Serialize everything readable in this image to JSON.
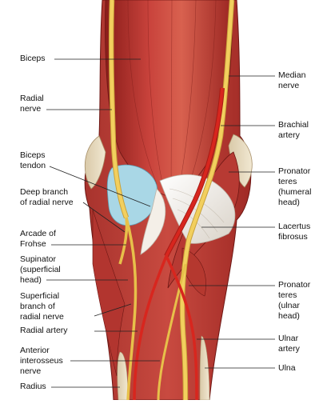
{
  "colors": {
    "muscle_dark": "#8f1f1c",
    "muscle": "#c23a35",
    "muscle_light": "#e07a6a",
    "nerve": "#f2cf5e",
    "nerve_edge": "#c9a23a",
    "artery": "#d8261e",
    "tendon": "#f3ede6",
    "bursa": "#a9d7e6",
    "leader": "#222222"
  },
  "labels": {
    "left": [
      {
        "name": "label-biceps",
        "lines": [
          "Biceps"
        ]
      },
      {
        "name": "label-radial-nerve",
        "lines": [
          "Radial",
          "nerve"
        ]
      },
      {
        "name": "label-biceps-tendon",
        "lines": [
          "Biceps",
          "tendon"
        ]
      },
      {
        "name": "label-deep-branch-radial-nerve",
        "lines": [
          "Deep branch",
          "of radial nerve"
        ]
      },
      {
        "name": "label-arcade-of-frohse",
        "lines": [
          "Arcade of",
          "Frohse"
        ]
      },
      {
        "name": "label-supinator",
        "lines": [
          "Supinator",
          "(superficial",
          "head)"
        ]
      },
      {
        "name": "label-superficial-branch-radial-nerve",
        "lines": [
          "Superficial",
          "branch of",
          "radial nerve"
        ]
      },
      {
        "name": "label-radial-artery",
        "lines": [
          "Radial artery"
        ]
      },
      {
        "name": "label-anterior-interosseus-nerve",
        "lines": [
          "Anterior",
          "interosseus",
          "nerve"
        ]
      },
      {
        "name": "label-radius",
        "lines": [
          "Radius"
        ]
      }
    ],
    "right": [
      {
        "name": "label-median-nerve",
        "lines": [
          "Median",
          "nerve"
        ]
      },
      {
        "name": "label-brachial-artery",
        "lines": [
          "Brachial",
          "artery"
        ]
      },
      {
        "name": "label-pronator-teres-humeral",
        "lines": [
          "Pronator",
          "teres",
          "(humeral",
          "head)"
        ]
      },
      {
        "name": "label-lacertus-fibrosus",
        "lines": [
          "Lacertus",
          "fibrosus"
        ]
      },
      {
        "name": "label-pronator-teres-ulnar",
        "lines": [
          "Pronator",
          "teres",
          "(ulnar",
          "head)"
        ]
      },
      {
        "name": "label-ulnar-artery",
        "lines": [
          "Ulnar",
          "artery"
        ]
      },
      {
        "name": "label-ulna",
        "lines": [
          "Ulna"
        ]
      }
    ]
  }
}
